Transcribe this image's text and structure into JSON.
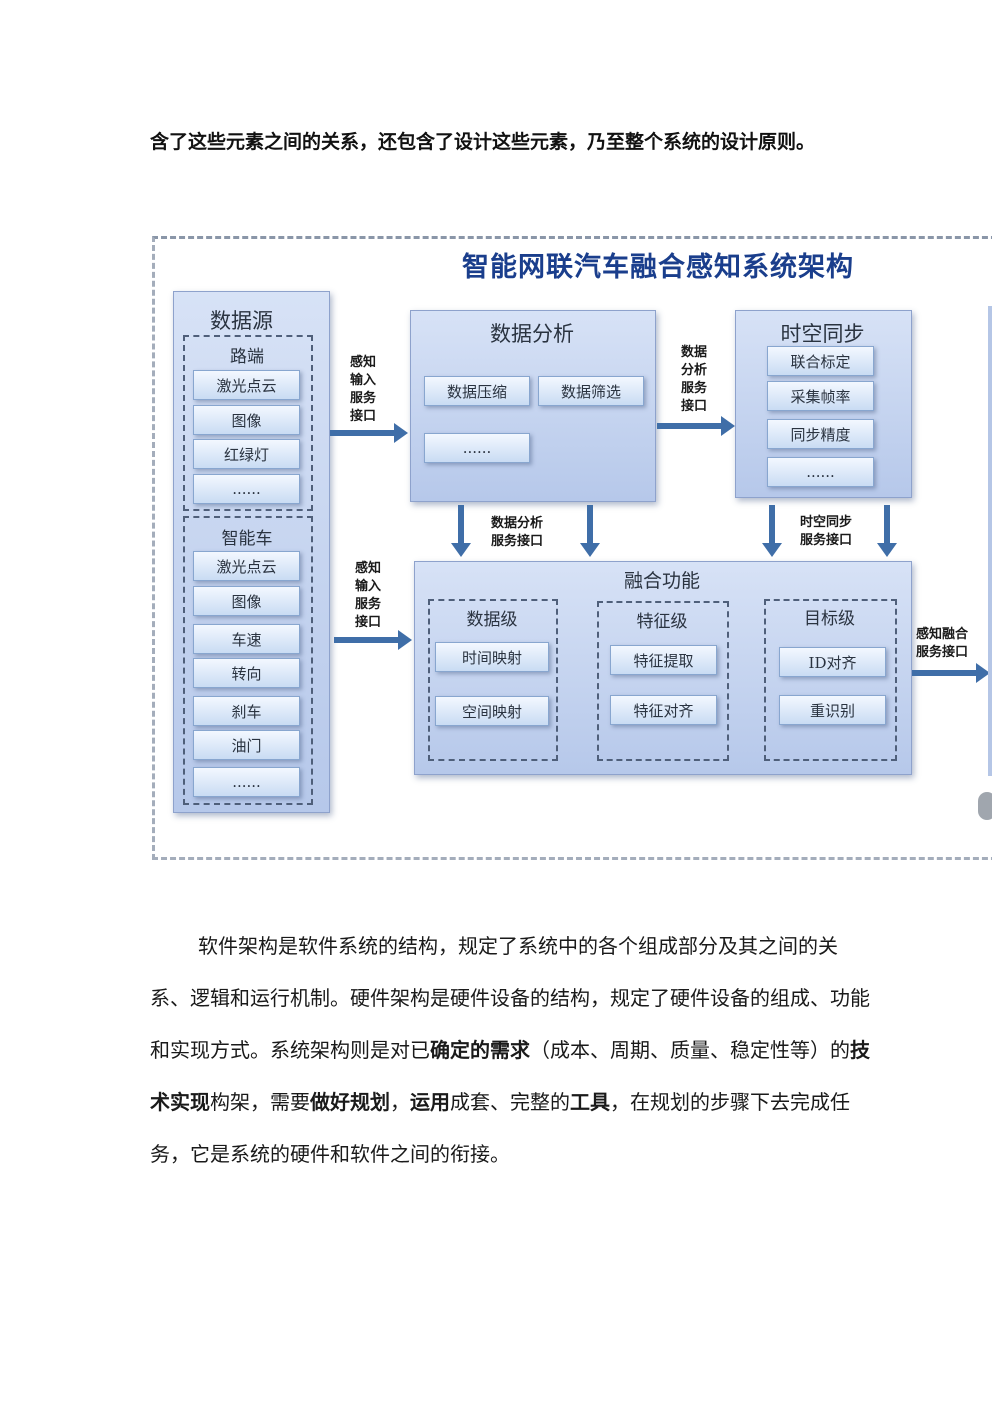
{
  "intro_text": "含了这些元素之间的关系，还包含了设计这些元素，乃至整个系统的设计原则。",
  "diagram": {
    "title": "智能网联汽车融合感知系统架构",
    "data_source": {
      "title": "数据源",
      "road": {
        "title": "路端",
        "items": [
          "激光点云",
          "图像",
          "红绿灯",
          "......"
        ]
      },
      "vehicle": {
        "title": "智能车",
        "items": [
          "激光点云",
          "图像",
          "车速",
          "转向",
          "刹车",
          "油门",
          "......"
        ]
      }
    },
    "analysis": {
      "title": "数据分析",
      "items": [
        "数据压缩",
        "数据筛选",
        "......"
      ]
    },
    "sync": {
      "title": "时空同步",
      "items": [
        "联合标定",
        "采集帧率",
        "同步精度",
        "......"
      ]
    },
    "fusion": {
      "title": "融合功能",
      "data_level": {
        "title": "数据级",
        "items": [
          "时间映射",
          "空间映射"
        ]
      },
      "feature_level": {
        "title": "特征级",
        "items": [
          "特征提取",
          "特征对齐"
        ]
      },
      "target_level": {
        "title": "目标级",
        "items": [
          "ID对齐",
          "重识别"
        ]
      }
    },
    "labels": {
      "input1": [
        "感知",
        "输入",
        "服务",
        "接口"
      ],
      "input2": [
        "感知",
        "输入",
        "服务",
        "接口"
      ],
      "analysis_out": [
        "数据",
        "分析",
        "服务",
        "接口"
      ],
      "analysis_down": [
        "数据分析",
        "服务接口"
      ],
      "sync_down": [
        "时空同步",
        "服务接口"
      ],
      "fusion_out": [
        "感知融合",
        "服务接口"
      ]
    }
  },
  "paragraph": {
    "p1": "软件架构是软件系统的结构，规定了系统中的各个组成部分及其之间的关系、逻辑和运行机制。硬件架构是硬件设备的结构，规定了硬件设备的组成、功能和实现方式。系统架构则是对已",
    "b1": "确定的需求",
    "p2": "（成本、周期、质量、稳定性等）的",
    "b2": "技术实现",
    "p3": "构架，需要",
    "b3": "做好规划",
    "p4": "，",
    "b4": "运用",
    "p5": "成套、完整的",
    "b5": "工具",
    "p6": "，在规划的步骤下去完成任务，它是系统的硬件和软件之间的衔接。"
  }
}
